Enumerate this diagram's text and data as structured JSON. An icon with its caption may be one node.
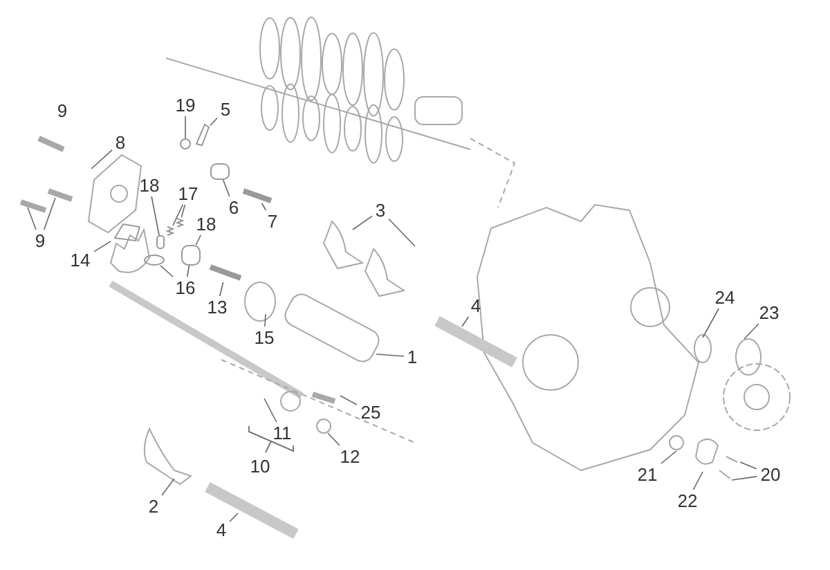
{
  "diagram": {
    "nodes": [
      {
        "text": [
          "9"
        ]
      },
      {
        "text": [
          "8"
        ]
      },
      {
        "text": [
          "19"
        ]
      },
      {
        "text": [
          "5"
        ]
      },
      {
        "text": [
          "6"
        ]
      },
      {
        "text": [
          "7"
        ]
      },
      {
        "text": [
          "9"
        ]
      },
      {
        "text": [
          "18"
        ]
      },
      {
        "text": [
          "17"
        ]
      },
      {
        "text": [
          "18"
        ]
      },
      {
        "text": [
          "14"
        ]
      },
      {
        "text": [
          "16"
        ]
      },
      {
        "text": [
          "13"
        ]
      },
      {
        "text": [
          "15"
        ]
      },
      {
        "text": [
          "3"
        ]
      },
      {
        "text": [
          "1"
        ]
      },
      {
        "text": [
          "4"
        ]
      },
      {
        "text": [
          "24"
        ]
      },
      {
        "text": [
          "23"
        ]
      },
      {
        "text": [
          "25"
        ]
      },
      {
        "text": [
          "11"
        ]
      },
      {
        "text": [
          "10"
        ]
      },
      {
        "text": [
          "12"
        ]
      },
      {
        "text": [
          "2"
        ]
      },
      {
        "text": [
          "4"
        ]
      },
      {
        "text": [
          "21"
        ]
      },
      {
        "text": [
          "22"
        ]
      },
      {
        "text": [
          "20"
        ]
      },
      {
        "text": [],
        "shape": "box"
      },
      {
        "text": [],
        "shape": "picture"
      },
      {
        "text": [],
        "shape": "picture"
      },
      {
        "text": [],
        "shape": "box"
      },
      {
        "text": [],
        "shape": "circle"
      },
      {
        "text": [],
        "shape": "picture"
      },
      {
        "text": [],
        "shape": "picture"
      },
      {
        "text": [],
        "shape": "picture"
      },
      {
        "text": [],
        "shape": "circle"
      },
      {
        "text": [],
        "shape": "box"
      },
      {
        "text": [],
        "shape": "bar"
      }
    ],
    "edges": [
      {
        "from": 1,
        "to": null,
        "arrow": "none"
      },
      {
        "from": 2,
        "to": 36,
        "arrow": "none"
      },
      {
        "from": 3,
        "to": 35,
        "arrow": "none"
      },
      {
        "from": 4,
        "to": 37,
        "arrow": "none"
      },
      {
        "from": 5,
        "to": 38,
        "arrow": "none"
      },
      {
        "from": 6,
        "to": null,
        "arrow": "none"
      },
      {
        "from": 6,
        "to": null,
        "arrow": "none"
      },
      {
        "from": 7,
        "to": 28,
        "arrow": "none"
      },
      {
        "from": 8,
        "to": 29,
        "arrow": "none"
      },
      {
        "from": 8,
        "to": 30,
        "arrow": "none"
      },
      {
        "from": 9,
        "to": 31,
        "arrow": "none"
      },
      {
        "from": 10,
        "to": 33,
        "arrow": "none"
      },
      {
        "from": 11,
        "to": 32,
        "arrow": "none"
      },
      {
        "from": 11,
        "to": 31,
        "arrow": "none"
      },
      {
        "from": 12,
        "to": 34,
        "arrow": "none"
      },
      {
        "from": 13,
        "to": null,
        "arrow": "none"
      },
      {
        "from": 14,
        "to": null,
        "arrow": "none"
      },
      {
        "from": 14,
        "to": null,
        "arrow": "none"
      },
      {
        "from": 15,
        "to": null,
        "arrow": "none"
      },
      {
        "from": 16,
        "to": null,
        "arrow": "none"
      },
      {
        "from": 17,
        "to": null,
        "arrow": "none"
      },
      {
        "from": 18,
        "to": null,
        "arrow": "none"
      },
      {
        "from": 19,
        "to": null,
        "arrow": "none"
      },
      {
        "from": 20,
        "to": null,
        "arrow": "none"
      },
      {
        "from": 22,
        "to": null,
        "arrow": "none"
      },
      {
        "from": 23,
        "to": null,
        "arrow": "none"
      },
      {
        "from": 24,
        "to": null,
        "arrow": "none"
      },
      {
        "from": 25,
        "to": null,
        "arrow": "none"
      },
      {
        "from": 26,
        "to": null,
        "arrow": "none"
      },
      {
        "from": 27,
        "to": null,
        "arrow": "none"
      },
      {
        "from": 27,
        "to": null,
        "arrow": "none"
      }
    ]
  }
}
